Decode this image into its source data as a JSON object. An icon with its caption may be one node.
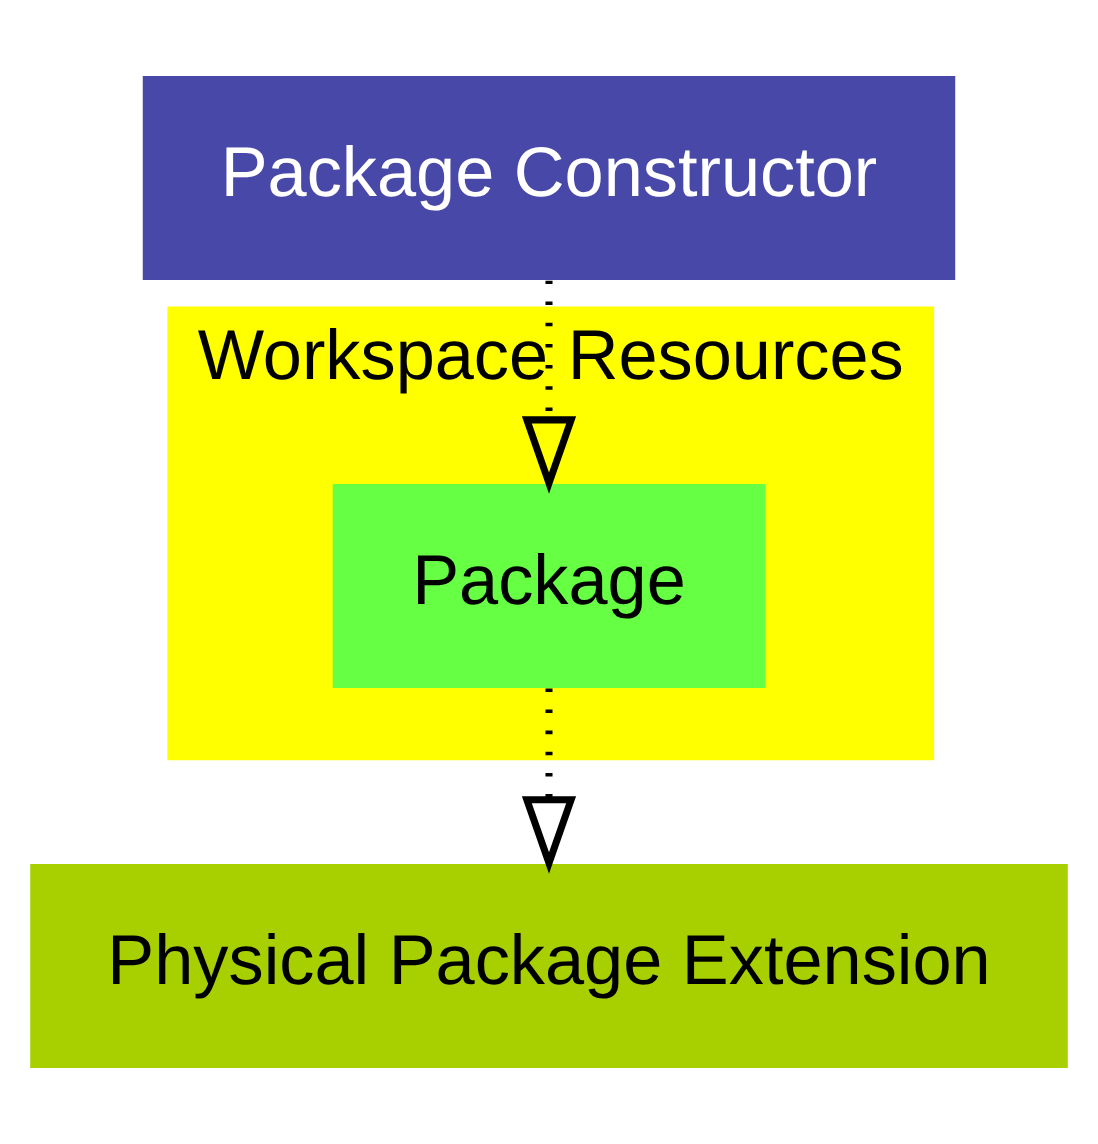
{
  "diagram": {
    "nodes": [
      {
        "text": [
          "Workspace Resources"
        ]
      },
      {
        "text": [
          "Package"
        ],
        "in": 0
      },
      {
        "text": [
          "Package Constructor"
        ]
      },
      {
        "text": [
          "Physical Package Extension"
        ]
      }
    ],
    "edges": [
      {
        "from": 2,
        "to": 1,
        "arrow": "to"
      },
      {
        "from": 1,
        "to": 3,
        "arrow": "to"
      }
    ]
  }
}
